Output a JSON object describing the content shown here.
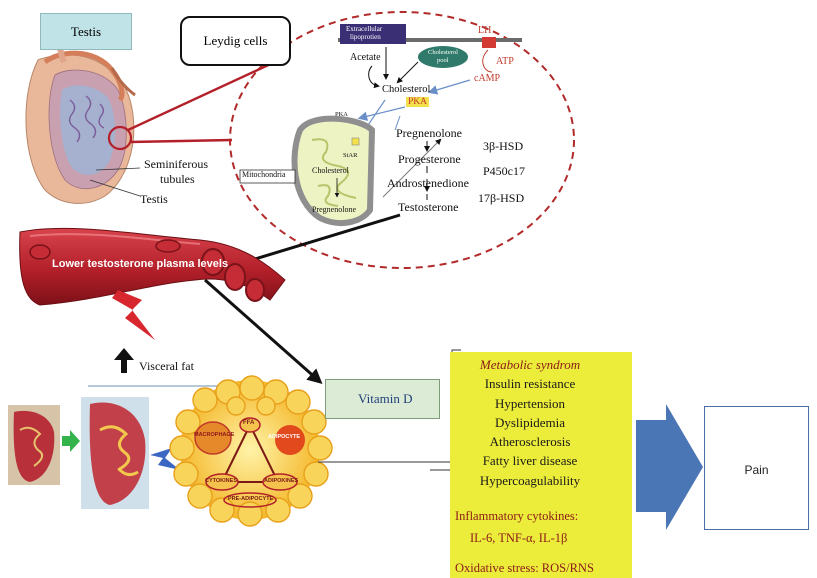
{
  "testis_box": "Testis",
  "leydig_box": "Leydig cells",
  "testis_labels": {
    "seminiferous": "Seminiferous",
    "tubules": "tubules",
    "testis": "Testis"
  },
  "cell": {
    "extracellular": "Extracellular",
    "lipoprotien": "lipoprotien",
    "lh": "LH",
    "atp": "ATP",
    "camp": "cAMP",
    "cholesterol_pool_1": "Cholesterol",
    "cholesterol_pool_2": "pool",
    "acetate": "Acetate",
    "cholesterol": "Cholesterol",
    "pka": "PKA",
    "pka_small": "PKA",
    "star": "StAR",
    "mitochondria": "Mitochondria",
    "mito_cholesterol": "Cholesterol",
    "mito_pregnenolone": "Pregnenolone",
    "pregnenolone": "Pregnenolone",
    "progesterone": "Progesterone",
    "androstenedione": "Androstenedione",
    "testosterone": "Testosterone",
    "enzyme_1": "3β-HSD",
    "enzyme_2": "P450c17",
    "enzyme_3": "17β-HSD"
  },
  "vessel_text": "Lower testosterone plasma levels",
  "visceral_fat": "Visceral fat",
  "adipose": {
    "ffa": "FFA",
    "macrophage": "MACROPHAGE",
    "adipocyte": "ADIPOCYTE",
    "cytokines": "CYTOKINES",
    "adipokines": "ADIPOKINES",
    "pre_adipocyte": "PRE-ADIPOCYTE"
  },
  "vitamin_d": "Vitamin D",
  "conditions": {
    "title": "Metabolic syndrom",
    "items": [
      "Insulin resistance",
      "Hypertension",
      "Dyslipidemia",
      "Atherosclerosis",
      "Fatty liver disease",
      "Hypercoagulability"
    ],
    "inflammatory_label": "Inflammatory cytokines:",
    "inflammatory_values": "IL-6, TNF-α, IL-1β",
    "oxidative": "Oxidative stress: ROS/RNS"
  },
  "pain": "Pain",
  "colors": {
    "vessel": "#b3202a",
    "dashed_ellipse": "#b22a2a",
    "yellow_box": "#ecec3a",
    "arrow_blue": "#4a76b5",
    "vitd_bg": "#dcebd6",
    "testis_box": "#bfe3e6"
  }
}
